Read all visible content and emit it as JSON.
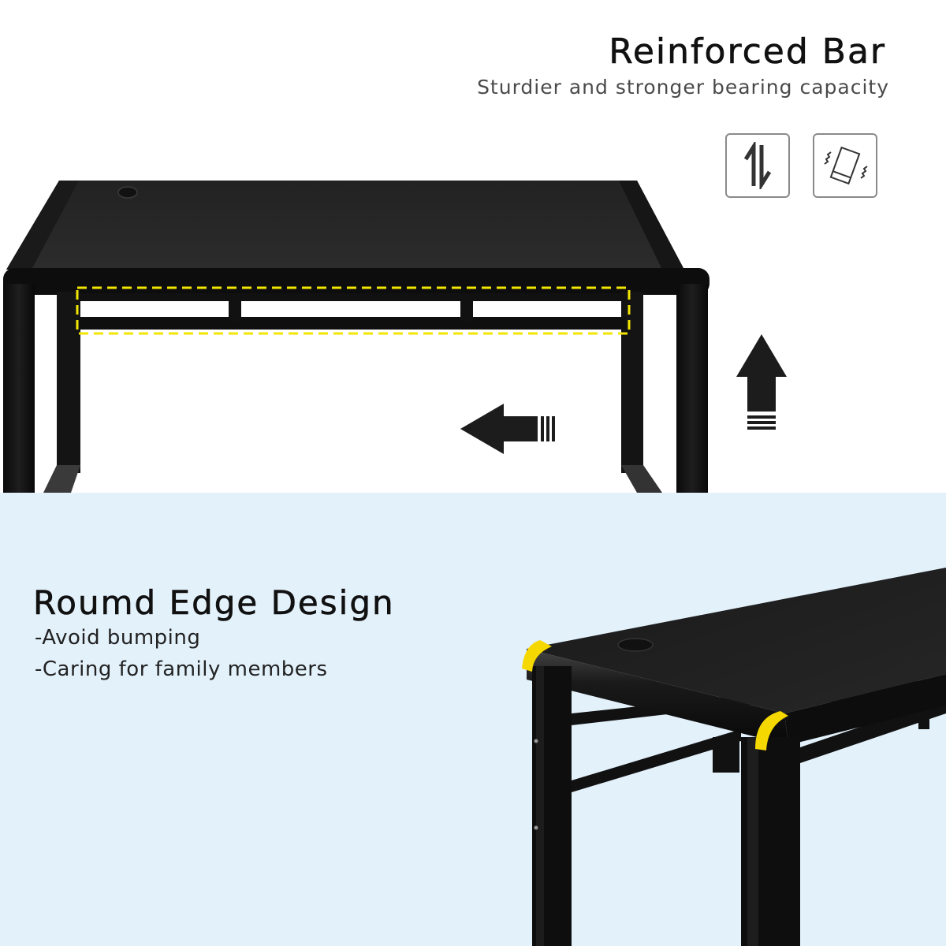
{
  "top_section": {
    "title": "Reinforced Bar",
    "subtitle": "Sturdier and stronger bearing capacity",
    "icons": [
      {
        "name": "up-down-arrows-icon",
        "meaning": "load bearing"
      },
      {
        "name": "shake-resistant-icon",
        "meaning": "anti-wobble"
      }
    ],
    "highlight": {
      "label": "reinforced-bar-highlight",
      "color": "#f2e600",
      "style": "dashed"
    },
    "arrows": [
      {
        "name": "left-arrow-icon",
        "direction": "left"
      },
      {
        "name": "up-arrow-icon",
        "direction": "up"
      }
    ],
    "background": "#ffffff"
  },
  "bottom_section": {
    "title": "Roumd Edge Design",
    "bullets": [
      "-Avoid bumping",
      "-Caring for family members"
    ],
    "corner_accent_color": "#f5d800",
    "background": "#e3f1fb"
  },
  "colors": {
    "desk_black": "#141414",
    "desk_top": "#2a2a2a",
    "text_dark": "#111111",
    "text_gray": "#4a4a4a"
  }
}
